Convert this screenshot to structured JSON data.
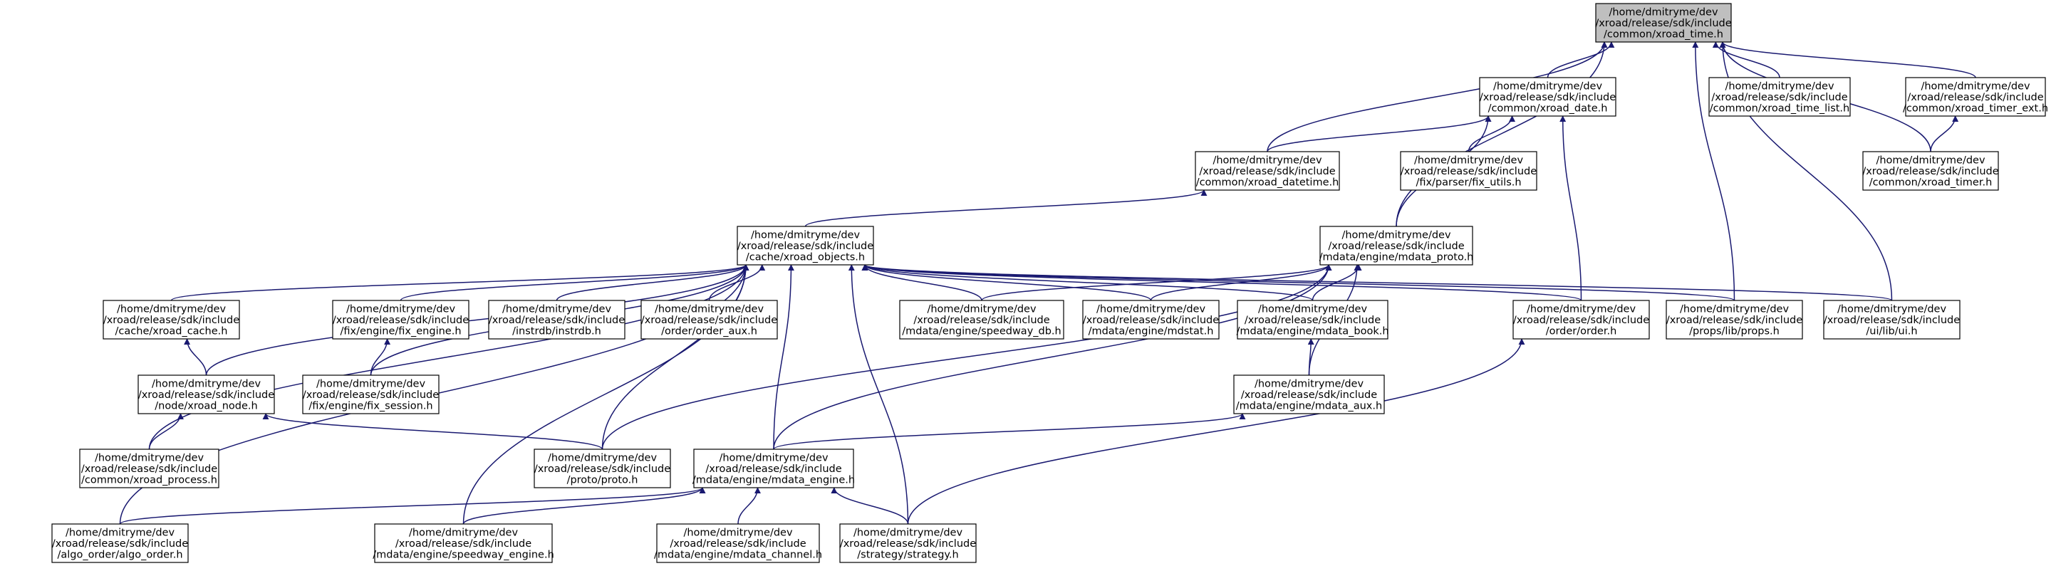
{
  "graph": {
    "title": "/home/dmitryme/dev/xroad/release/sdk/include/common/xroad_time.h",
    "colors": {
      "edge": "#191970",
      "root_fill": "#bfbfbf",
      "node_fill": "#ffffff",
      "node_border": "#000000"
    },
    "nodes": [
      {
        "id": "xroad_time",
        "lines": [
          "/home/dmitryme/dev",
          "/xroad/release/sdk/include",
          "/common/xroad_time.h"
        ],
        "root": true
      },
      {
        "id": "xroad_date",
        "lines": [
          "/home/dmitryme/dev",
          "/xroad/release/sdk/include",
          "/common/xroad_date.h"
        ]
      },
      {
        "id": "xroad_time_list",
        "lines": [
          "/home/dmitryme/dev",
          "/xroad/release/sdk/include",
          "/common/xroad_time_list.h"
        ]
      },
      {
        "id": "xroad_timer_ext",
        "lines": [
          "/home/dmitryme/dev",
          "/xroad/release/sdk/include",
          "/common/xroad_timer_ext.h"
        ]
      },
      {
        "id": "xroad_datetime",
        "lines": [
          "/home/dmitryme/dev",
          "/xroad/release/sdk/include",
          "/common/xroad_datetime.h"
        ]
      },
      {
        "id": "fix_utils",
        "lines": [
          "/home/dmitryme/dev",
          "/xroad/release/sdk/include",
          "/fix/parser/fix_utils.h"
        ]
      },
      {
        "id": "xroad_timer",
        "lines": [
          "/home/dmitryme/dev",
          "/xroad/release/sdk/include",
          "/common/xroad_timer.h"
        ]
      },
      {
        "id": "xroad_objects",
        "lines": [
          "/home/dmitryme/dev",
          "/xroad/release/sdk/include",
          "/cache/xroad_objects.h"
        ]
      },
      {
        "id": "mdata_proto",
        "lines": [
          "/home/dmitryme/dev",
          "/xroad/release/sdk/include",
          "/mdata/engine/mdata_proto.h"
        ]
      },
      {
        "id": "xroad_cache",
        "lines": [
          "/home/dmitryme/dev",
          "/xroad/release/sdk/include",
          "/cache/xroad_cache.h"
        ]
      },
      {
        "id": "fix_engine",
        "lines": [
          "/home/dmitryme/dev",
          "/xroad/release/sdk/include",
          "/fix/engine/fix_engine.h"
        ]
      },
      {
        "id": "instrdb",
        "lines": [
          "/home/dmitryme/dev",
          "/xroad/release/sdk/include",
          "/instrdb/instrdb.h"
        ]
      },
      {
        "id": "order_aux",
        "lines": [
          "/home/dmitryme/dev",
          "/xroad/release/sdk/include",
          "/order/order_aux.h"
        ]
      },
      {
        "id": "speedway_db",
        "lines": [
          "/home/dmitryme/dev",
          "/xroad/release/sdk/include",
          "/mdata/engine/speedway_db.h"
        ]
      },
      {
        "id": "mdstat",
        "lines": [
          "/home/dmitryme/dev",
          "/xroad/release/sdk/include",
          "/mdata/engine/mdstat.h"
        ]
      },
      {
        "id": "mdata_book",
        "lines": [
          "/home/dmitryme/dev",
          "/xroad/release/sdk/include",
          "/mdata/engine/mdata_book.h"
        ]
      },
      {
        "id": "order",
        "lines": [
          "/home/dmitryme/dev",
          "/xroad/release/sdk/include",
          "/order/order.h"
        ]
      },
      {
        "id": "props",
        "lines": [
          "/home/dmitryme/dev",
          "/xroad/release/sdk/include",
          "/props/lib/props.h"
        ]
      },
      {
        "id": "ui",
        "lines": [
          "/home/dmitryme/dev",
          "/xroad/release/sdk/include",
          "/ui/lib/ui.h"
        ]
      },
      {
        "id": "xroad_node",
        "lines": [
          "/home/dmitryme/dev",
          "/xroad/release/sdk/include",
          "/node/xroad_node.h"
        ]
      },
      {
        "id": "fix_session",
        "lines": [
          "/home/dmitryme/dev",
          "/xroad/release/sdk/include",
          "/fix/engine/fix_session.h"
        ]
      },
      {
        "id": "mdata_aux",
        "lines": [
          "/home/dmitryme/dev",
          "/xroad/release/sdk/include",
          "/mdata/engine/mdata_aux.h"
        ]
      },
      {
        "id": "xroad_process",
        "lines": [
          "/home/dmitryme/dev",
          "/xroad/release/sdk/include",
          "/common/xroad_process.h"
        ]
      },
      {
        "id": "proto",
        "lines": [
          "/home/dmitryme/dev",
          "/xroad/release/sdk/include",
          "/proto/proto.h"
        ]
      },
      {
        "id": "mdata_engine",
        "lines": [
          "/home/dmitryme/dev",
          "/xroad/release/sdk/include",
          "/mdata/engine/mdata_engine.h"
        ]
      },
      {
        "id": "algo_order",
        "lines": [
          "/home/dmitryme/dev",
          "/xroad/release/sdk/include",
          "/algo_order/algo_order.h"
        ]
      },
      {
        "id": "speedway_engine",
        "lines": [
          "/home/dmitryme/dev",
          "/xroad/release/sdk/include",
          "/mdata/engine/speedway_engine.h"
        ]
      },
      {
        "id": "mdata_channel",
        "lines": [
          "/home/dmitryme/dev",
          "/xroad/release/sdk/include",
          "/mdata/engine/mdata_channel.h"
        ]
      },
      {
        "id": "strategy",
        "lines": [
          "/home/dmitryme/dev",
          "/xroad/release/sdk/include",
          "/strategy/strategy.h"
        ]
      }
    ],
    "edges": [
      {
        "from": "xroad_date",
        "to": "xroad_time"
      },
      {
        "from": "xroad_time_list",
        "to": "xroad_time"
      },
      {
        "from": "xroad_timer_ext",
        "to": "xroad_time"
      },
      {
        "from": "xroad_datetime",
        "to": "xroad_time"
      },
      {
        "from": "xroad_timer",
        "to": "xroad_time"
      },
      {
        "from": "mdata_proto",
        "to": "xroad_time"
      },
      {
        "from": "props",
        "to": "xroad_time"
      },
      {
        "from": "ui",
        "to": "xroad_time"
      },
      {
        "from": "xroad_datetime",
        "to": "xroad_date"
      },
      {
        "from": "fix_utils",
        "to": "xroad_date"
      },
      {
        "from": "mdata_proto",
        "to": "xroad_date"
      },
      {
        "from": "order",
        "to": "xroad_date"
      },
      {
        "from": "xroad_timer",
        "to": "xroad_timer_ext"
      },
      {
        "from": "xroad_objects",
        "to": "xroad_datetime"
      },
      {
        "from": "xroad_cache",
        "to": "xroad_objects"
      },
      {
        "from": "fix_engine",
        "to": "xroad_objects"
      },
      {
        "from": "instrdb",
        "to": "xroad_objects"
      },
      {
        "from": "order_aux",
        "to": "xroad_objects"
      },
      {
        "from": "speedway_db",
        "to": "xroad_objects"
      },
      {
        "from": "mdstat",
        "to": "xroad_objects"
      },
      {
        "from": "mdata_book",
        "to": "xroad_objects"
      },
      {
        "from": "order",
        "to": "xroad_objects"
      },
      {
        "from": "props",
        "to": "xroad_objects"
      },
      {
        "from": "ui",
        "to": "xroad_objects"
      },
      {
        "from": "xroad_node",
        "to": "xroad_objects"
      },
      {
        "from": "fix_session",
        "to": "xroad_objects"
      },
      {
        "from": "xroad_process",
        "to": "xroad_objects"
      },
      {
        "from": "proto",
        "to": "xroad_objects"
      },
      {
        "from": "mdata_engine",
        "to": "xroad_objects"
      },
      {
        "from": "algo_order",
        "to": "xroad_objects"
      },
      {
        "from": "speedway_engine",
        "to": "xroad_objects"
      },
      {
        "from": "strategy",
        "to": "xroad_objects"
      },
      {
        "from": "speedway_db",
        "to": "mdata_proto"
      },
      {
        "from": "mdstat",
        "to": "mdata_proto"
      },
      {
        "from": "mdata_book",
        "to": "mdata_proto"
      },
      {
        "from": "mdata_aux",
        "to": "mdata_proto"
      },
      {
        "from": "proto",
        "to": "mdata_proto"
      },
      {
        "from": "mdata_engine",
        "to": "mdata_proto"
      },
      {
        "from": "xroad_node",
        "to": "xroad_cache"
      },
      {
        "from": "fix_session",
        "to": "fix_engine"
      },
      {
        "from": "mdata_aux",
        "to": "mdata_book"
      },
      {
        "from": "strategy",
        "to": "order"
      },
      {
        "from": "xroad_process",
        "to": "xroad_node"
      },
      {
        "from": "proto",
        "to": "xroad_node"
      },
      {
        "from": "mdata_engine",
        "to": "mdata_aux"
      },
      {
        "from": "algo_order",
        "to": "mdata_engine"
      },
      {
        "from": "speedway_engine",
        "to": "mdata_engine"
      },
      {
        "from": "mdata_channel",
        "to": "mdata_engine"
      },
      {
        "from": "strategy",
        "to": "mdata_engine"
      }
    ]
  }
}
